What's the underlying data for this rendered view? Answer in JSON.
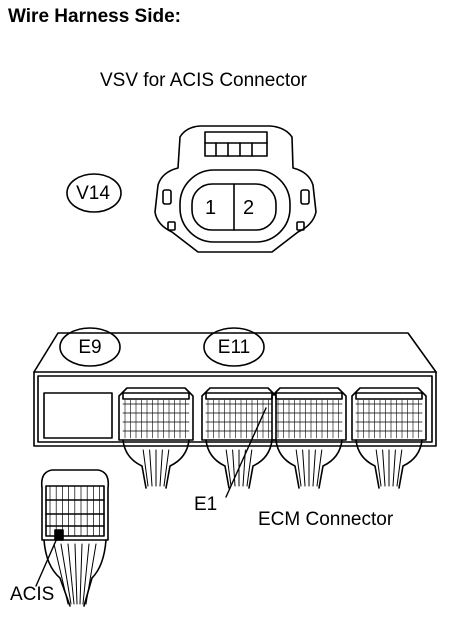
{
  "heading": "Wire Harness Side:",
  "vsv": {
    "title": "VSV for ACIS Connector",
    "code": "V14",
    "pins": [
      "1",
      "2"
    ]
  },
  "ecm": {
    "label": "ECM Connector",
    "codes": [
      "E9",
      "E11"
    ],
    "terminals": {
      "e1": "E1",
      "acis": "ACIS"
    }
  }
}
